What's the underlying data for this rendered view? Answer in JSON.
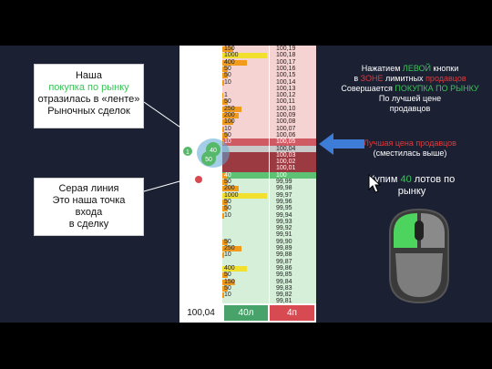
{
  "book": {
    "rows": [
      {
        "q": "150",
        "p": "100,19",
        "side": "ask",
        "bar": 0.25,
        "barColor": "#f29a1a"
      },
      {
        "q": "1000",
        "p": "100,18",
        "side": "ask",
        "bar": 1.0,
        "barColor": "#f1e12e"
      },
      {
        "q": "400",
        "p": "100,17",
        "side": "ask",
        "bar": 0.55,
        "barColor": "#f29a1a"
      },
      {
        "q": "50",
        "p": "100,16",
        "side": "ask",
        "bar": 0.12,
        "barColor": "#f29a1a"
      },
      {
        "q": "50",
        "p": "100,15",
        "side": "ask",
        "bar": 0.12,
        "barColor": "#f29a1a"
      },
      {
        "q": "10",
        "p": "100,14",
        "side": "ask",
        "bar": 0.05,
        "barColor": "#f29a1a"
      },
      {
        "q": "",
        "p": "100,13",
        "side": "ask",
        "bar": 0,
        "barColor": "#f29a1a"
      },
      {
        "q": "1",
        "p": "100,12",
        "side": "ask",
        "bar": 0.02,
        "barColor": "#f29a1a"
      },
      {
        "q": "50",
        "p": "100,11",
        "side": "ask",
        "bar": 0.12,
        "barColor": "#f29a1a"
      },
      {
        "q": "250",
        "p": "100,10",
        "side": "ask",
        "bar": 0.42,
        "barColor": "#f29a1a"
      },
      {
        "q": "200",
        "p": "100,09",
        "side": "ask",
        "bar": 0.36,
        "barColor": "#f29a1a"
      },
      {
        "q": "100",
        "p": "100,08",
        "side": "ask",
        "bar": 0.25,
        "barColor": "#f29a1a"
      },
      {
        "q": "10",
        "p": "100,07",
        "side": "ask",
        "bar": 0.05,
        "barColor": "#f29a1a"
      },
      {
        "q": "50",
        "p": "100,06",
        "side": "ask",
        "bar": 0.12,
        "barColor": "#f29a1a"
      },
      {
        "q": "10",
        "p": "100,05",
        "side": "best",
        "bar": 0.05,
        "barColor": "#f29a1a"
      },
      {
        "q": "",
        "p": "100,04",
        "side": "gray",
        "bar": 0,
        "barColor": "#f29a1a"
      },
      {
        "q": "",
        "p": "100,03",
        "side": "dark",
        "bar": 0,
        "barColor": "#f29a1a"
      },
      {
        "q": "",
        "p": "100,02",
        "side": "dark",
        "bar": 0,
        "barColor": "#f29a1a"
      },
      {
        "q": "",
        "p": "100,01",
        "side": "dark",
        "bar": 0,
        "barColor": "#f29a1a"
      },
      {
        "q": "40",
        "p": "100",
        "side": "bidtop",
        "bar": 0.1,
        "barColor": "#f29a1a"
      },
      {
        "q": "50",
        "p": "99,99",
        "side": "bid",
        "bar": 0.12,
        "barColor": "#f29a1a"
      },
      {
        "q": "200",
        "p": "99,98",
        "side": "bid",
        "bar": 0.36,
        "barColor": "#f29a1a"
      },
      {
        "q": "1000",
        "p": "99,97",
        "side": "bid",
        "bar": 1.0,
        "barColor": "#f1e12e"
      },
      {
        "q": "50",
        "p": "99,96",
        "side": "bid",
        "bar": 0.12,
        "barColor": "#f29a1a"
      },
      {
        "q": "50",
        "p": "99,95",
        "side": "bid",
        "bar": 0.12,
        "barColor": "#f29a1a"
      },
      {
        "q": "10",
        "p": "99,94",
        "side": "bid",
        "bar": 0.05,
        "barColor": "#f29a1a"
      },
      {
        "q": "",
        "p": "99,93",
        "side": "bid",
        "bar": 0,
        "barColor": "#f29a1a"
      },
      {
        "q": "",
        "p": "99,92",
        "side": "bid",
        "bar": 0,
        "barColor": "#f29a1a"
      },
      {
        "q": "",
        "p": "99,91",
        "side": "bid",
        "bar": 0,
        "barColor": "#f29a1a"
      },
      {
        "q": "50",
        "p": "99,90",
        "side": "bid",
        "bar": 0.12,
        "barColor": "#f29a1a"
      },
      {
        "q": "250",
        "p": "99,89",
        "side": "bid",
        "bar": 0.42,
        "barColor": "#f29a1a"
      },
      {
        "q": "10",
        "p": "99,88",
        "side": "bid",
        "bar": 0.05,
        "barColor": "#f29a1a"
      },
      {
        "q": "",
        "p": "99,87",
        "side": "bid",
        "bar": 0,
        "barColor": "#f29a1a"
      },
      {
        "q": "400",
        "p": "99,86",
        "side": "bid",
        "bar": 0.55,
        "barColor": "#f1e12e"
      },
      {
        "q": "50",
        "p": "99,85",
        "side": "bid",
        "bar": 0.12,
        "barColor": "#f29a1a"
      },
      {
        "q": "150",
        "p": "99,84",
        "side": "bid",
        "bar": 0.28,
        "barColor": "#f29a1a"
      },
      {
        "q": "50",
        "p": "99,83",
        "side": "bid",
        "bar": 0.12,
        "barColor": "#f29a1a"
      },
      {
        "q": "10",
        "p": "99,82",
        "side": "bid",
        "bar": 0.05,
        "barColor": "#f29a1a"
      },
      {
        "q": "",
        "p": "99,81",
        "side": "bid",
        "bar": 0,
        "barColor": "#f29a1a"
      }
    ]
  },
  "footer": {
    "price": "100,04",
    "buy": "40л",
    "sell": "4п"
  },
  "callout1": {
    "line1": "Наша",
    "line2": "покупка по рынку",
    "line3": "отразилась в «ленте»",
    "line4": "Рыночных сделок"
  },
  "callout2": {
    "line1": "Серая линия",
    "line2": "Это наша точка",
    "line3": "входа",
    "line4": "в сделку"
  },
  "info": {
    "l1a": "Нажатием ",
    "l1b": "ЛЕВОЙ",
    "l1c": " кнопки",
    "l2a": "в ",
    "l2b": "ЗОНЕ",
    "l2c": " лимитных ",
    "l2d": "продавцов",
    "l3a": "Совершается ",
    "l3b": "ПОКУПКА ПО РЫНКУ",
    "l4": "По лучшей цене",
    "l5": "продавцов"
  },
  "best": {
    "line1": "Лучшая цена продавцов",
    "line2": "(сместилась выше)"
  },
  "buynote": {
    "a": "Купим ",
    "b": "40",
    "c": " лотов по",
    "line2": "рынку"
  },
  "bubbles": {
    "b1": "1",
    "b2": "40",
    "b3": "50"
  },
  "colors": {
    "ask": "#f6d3d3",
    "bid": "#d6efd9",
    "best": "#cf5a64",
    "gray": "#c9c9c9",
    "dark": "#9b3a40",
    "bidtop": "#5ec274",
    "accent_green": "#3cc35a",
    "accent_red": "#e03a3a",
    "arrow": "#3d7dd8"
  }
}
